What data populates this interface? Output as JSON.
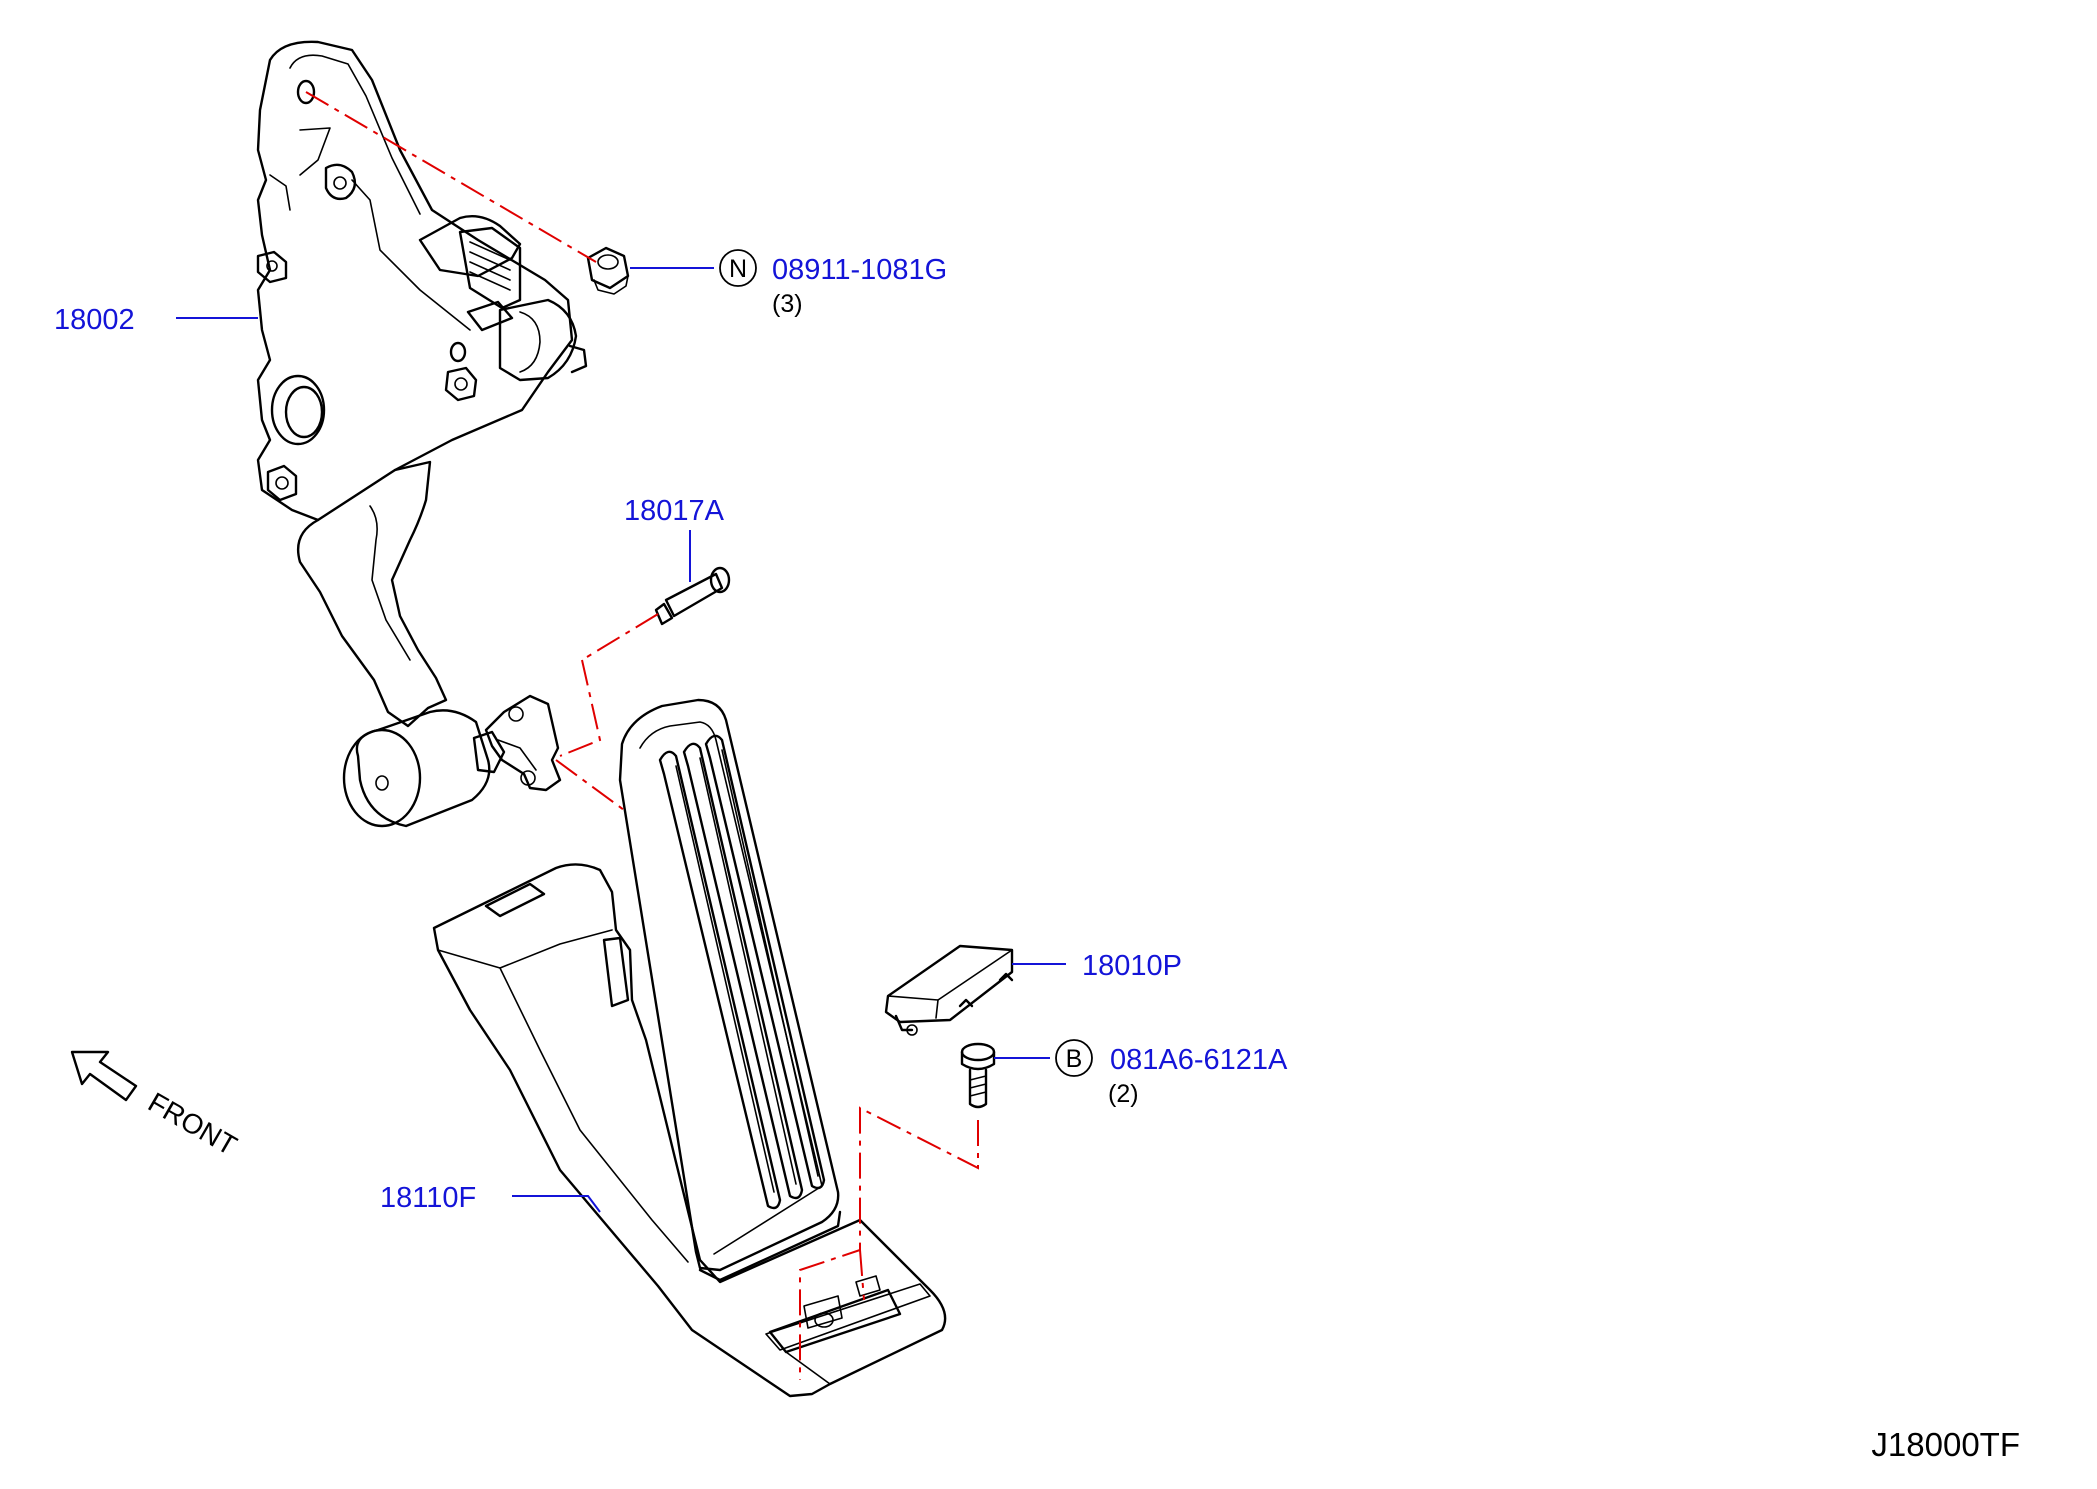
{
  "diagram_code": "J18000TF",
  "direction_label": "FRONT",
  "colors": {
    "callout": "#1414d8",
    "leader": "#1414d8",
    "phantom_line": "#e00000",
    "outline": "#000000"
  },
  "parts": [
    {
      "id": "pedal-bracket",
      "number": "18002"
    },
    {
      "id": "nut",
      "number": "08911-1081G",
      "symbol": "N",
      "quantity": "(3)"
    },
    {
      "id": "pin",
      "number": "18017A"
    },
    {
      "id": "stopper",
      "number": "18010P"
    },
    {
      "id": "bolt",
      "number": "081A6-6121A",
      "symbol": "B",
      "quantity": "(2)"
    },
    {
      "id": "pedal-pad",
      "number": "18110F"
    }
  ]
}
